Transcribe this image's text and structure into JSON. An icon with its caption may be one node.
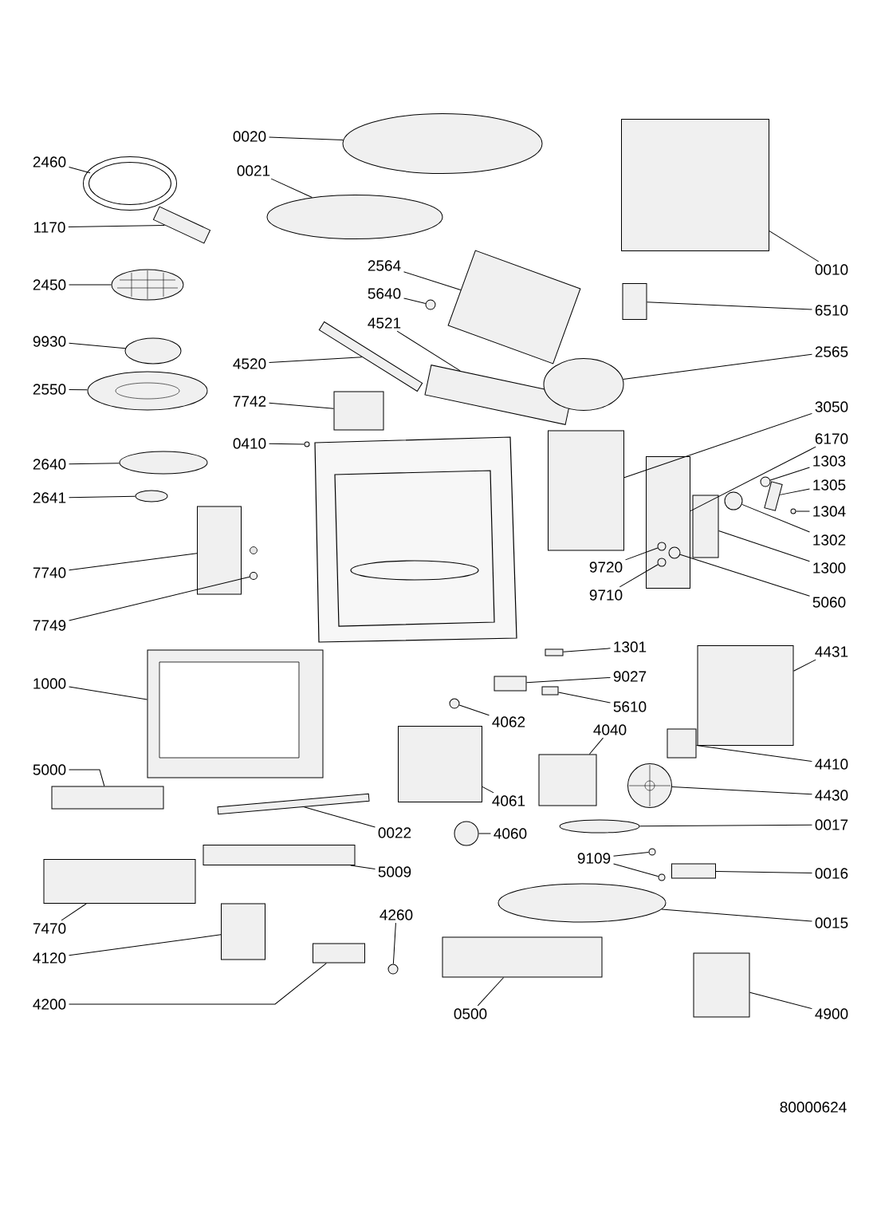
{
  "diagram": {
    "nodes": [
      {
        "text": [
          "0020"
        ]
      },
      {
        "text": [
          "2460"
        ]
      },
      {
        "text": [
          "0021"
        ]
      },
      {
        "text": [
          "1170"
        ]
      },
      {
        "text": [
          "2564"
        ]
      },
      {
        "text": [
          "0010"
        ]
      },
      {
        "text": [
          "2450"
        ]
      },
      {
        "text": [
          "5640"
        ]
      },
      {
        "text": [
          "6510"
        ]
      },
      {
        "text": [
          "4521"
        ]
      },
      {
        "text": [
          "9930"
        ]
      },
      {
        "text": [
          "2565"
        ]
      },
      {
        "text": [
          "4520"
        ]
      },
      {
        "text": [
          "2550"
        ]
      },
      {
        "text": [
          "7742"
        ]
      },
      {
        "text": [
          "3050"
        ]
      },
      {
        "text": [
          "0410"
        ]
      },
      {
        "text": [
          "6170"
        ]
      },
      {
        "text": [
          "1303"
        ]
      },
      {
        "text": [
          "2640"
        ]
      },
      {
        "text": [
          "1305"
        ]
      },
      {
        "text": [
          "2641"
        ]
      },
      {
        "text": [
          "1304"
        ]
      },
      {
        "text": [
          "1302"
        ]
      },
      {
        "text": [
          "9720"
        ]
      },
      {
        "text": [
          "7740"
        ]
      },
      {
        "text": [
          "1300"
        ]
      },
      {
        "text": [
          "9710"
        ]
      },
      {
        "text": [
          "5060"
        ]
      },
      {
        "text": [
          "7749"
        ]
      },
      {
        "text": [
          "1301"
        ]
      },
      {
        "text": [
          "4431"
        ]
      },
      {
        "text": [
          "9027"
        ]
      },
      {
        "text": [
          "1000"
        ]
      },
      {
        "text": [
          "5610"
        ]
      },
      {
        "text": [
          "4062"
        ]
      },
      {
        "text": [
          "4040"
        ]
      },
      {
        "text": [
          "4410"
        ]
      },
      {
        "text": [
          "5000"
        ]
      },
      {
        "text": [
          "4430"
        ]
      },
      {
        "text": [
          "4061"
        ]
      },
      {
        "text": [
          "0017"
        ]
      },
      {
        "text": [
          "0022"
        ]
      },
      {
        "text": [
          "4060"
        ]
      },
      {
        "text": [
          "9109"
        ]
      },
      {
        "text": [
          "5009"
        ]
      },
      {
        "text": [
          "0016"
        ]
      },
      {
        "text": [
          "4260"
        ]
      },
      {
        "text": [
          "0015"
        ]
      },
      {
        "text": [
          "7470"
        ]
      },
      {
        "text": [
          "4120"
        ]
      },
      {
        "text": [
          "4200"
        ]
      },
      {
        "text": [
          "0500"
        ]
      },
      {
        "text": [
          "4900"
        ]
      },
      {
        "text": [],
        "shape": "circle"
      },
      {
        "text": [],
        "shape": "circle"
      },
      {
        "text": [],
        "shape": "circle"
      },
      {
        "text": [],
        "shape": "box"
      },
      {
        "text": [],
        "shape": "box"
      },
      {
        "text": [],
        "shape": "box"
      },
      {
        "text": [],
        "shape": "picture"
      },
      {
        "text": [],
        "shape": "circle"
      },
      {
        "text": [],
        "shape": "box"
      },
      {
        "text": [],
        "shape": "box"
      },
      {
        "text": [],
        "shape": "circle"
      },
      {
        "text": [],
        "shape": "circle"
      },
      {
        "text": [],
        "shape": "box"
      },
      {
        "text": [],
        "shape": "picture"
      },
      {
        "text": [],
        "shape": "box"
      },
      {
        "text": [],
        "shape": "box"
      },
      {
        "text": [],
        "shape": "circle"
      },
      {
        "text": [],
        "shape": "box"
      },
      {
        "text": [],
        "shape": "circle"
      },
      {
        "text": [],
        "shape": "circle"
      },
      {
        "text": [],
        "shape": "box"
      },
      {
        "text": [],
        "shape": "circle"
      },
      {
        "text": [],
        "shape": "circle"
      },
      {
        "text": [],
        "shape": "circle"
      },
      {
        "text": [],
        "shape": "circle",
        "in": 71
      },
      {
        "text": [],
        "shape": "box"
      },
      {
        "text": [],
        "shape": "box"
      },
      {
        "text": [],
        "shape": "circle",
        "in": 71
      },
      {
        "text": [],
        "shape": "circle",
        "in": 71
      },
      {
        "text": [],
        "shape": "circle"
      },
      {
        "text": [],
        "shape": "box"
      },
      {
        "text": [],
        "shape": "box"
      },
      {
        "text": [],
        "shape": "box"
      },
      {
        "text": [],
        "shape": "picture"
      },
      {
        "text": [],
        "shape": "box"
      },
      {
        "text": [],
        "shape": "circle"
      },
      {
        "text": [],
        "shape": "box"
      },
      {
        "text": [],
        "shape": "box"
      },
      {
        "text": [],
        "shape": "box"
      },
      {
        "text": [],
        "shape": "picture"
      },
      {
        "text": [],
        "shape": "box"
      },
      {
        "text": [],
        "shape": "circle"
      },
      {
        "text": [],
        "shape": "box"
      },
      {
        "text": [],
        "shape": "circle"
      },
      {
        "text": [],
        "shape": "circle"
      },
      {
        "text": [],
        "shape": "circle"
      },
      {
        "text": [],
        "shape": "box"
      },
      {
        "text": [],
        "shape": "box"
      },
      {
        "text": [],
        "shape": "circle"
      },
      {
        "text": [],
        "shape": "circle"
      },
      {
        "text": [],
        "shape": "box"
      },
      {
        "text": [],
        "shape": "box"
      },
      {
        "text": [],
        "shape": "box"
      },
      {
        "text": [],
        "shape": "box"
      },
      {
        "text": [],
        "shape": "box"
      }
    ],
    "edges": [
      {
        "from": 0,
        "to": 54,
        "arrow": "none"
      },
      {
        "from": 1,
        "to": 55,
        "arrow": "none"
      },
      {
        "from": 2,
        "to": 56,
        "arrow": "none"
      },
      {
        "from": 3,
        "to": 57,
        "arrow": "none"
      },
      {
        "from": 4,
        "to": 58,
        "arrow": "none"
      },
      {
        "from": 5,
        "to": 59,
        "arrow": "none"
      },
      {
        "from": 6,
        "to": 60,
        "arrow": "none"
      },
      {
        "from": 7,
        "to": 61,
        "arrow": "none"
      },
      {
        "from": 8,
        "to": 62,
        "arrow": "none"
      },
      {
        "from": 9,
        "to": 63,
        "arrow": "none"
      },
      {
        "from": 10,
        "to": 64,
        "arrow": "none"
      },
      {
        "from": 11,
        "to": 65,
        "arrow": "none"
      },
      {
        "from": 12,
        "to": 66,
        "arrow": "none"
      },
      {
        "from": 13,
        "to": 67,
        "arrow": "none"
      },
      {
        "from": 14,
        "to": 68,
        "arrow": "none"
      },
      {
        "from": 15,
        "to": 69,
        "arrow": "none"
      },
      {
        "from": 16,
        "to": 70,
        "arrow": "none"
      },
      {
        "from": 17,
        "to": 71,
        "arrow": "none"
      },
      {
        "from": 18,
        "to": 72,
        "arrow": "none"
      },
      {
        "from": 19,
        "to": 73,
        "arrow": "none"
      },
      {
        "from": 20,
        "to": 74,
        "arrow": "none"
      },
      {
        "from": 21,
        "to": 75,
        "arrow": "none"
      },
      {
        "from": 22,
        "to": 76,
        "arrow": "none"
      },
      {
        "from": 23,
        "to": 77,
        "arrow": "none"
      },
      {
        "from": 24,
        "to": 78,
        "arrow": "none"
      },
      {
        "from": 25,
        "to": 79,
        "arrow": "none"
      },
      {
        "from": 26,
        "to": 80,
        "arrow": "none"
      },
      {
        "from": 27,
        "to": 81,
        "arrow": "none"
      },
      {
        "from": 28,
        "to": 82,
        "arrow": "none"
      },
      {
        "from": 29,
        "to": 83,
        "arrow": "none"
      },
      {
        "from": 30,
        "to": 84,
        "arrow": "none"
      },
      {
        "from": 31,
        "to": 85,
        "arrow": "none"
      },
      {
        "from": 32,
        "to": 86,
        "arrow": "none"
      },
      {
        "from": 33,
        "to": 87,
        "arrow": "none"
      },
      {
        "from": 34,
        "to": 88,
        "arrow": "none"
      },
      {
        "from": 35,
        "to": 89,
        "arrow": "none"
      },
      {
        "from": 36,
        "to": 90,
        "arrow": "none"
      },
      {
        "from": 37,
        "to": 91,
        "arrow": "none"
      },
      {
        "from": 38,
        "to": 92,
        "arrow": "none"
      },
      {
        "from": 39,
        "to": 93,
        "arrow": "none"
      },
      {
        "from": 40,
        "to": 94,
        "arrow": "none"
      },
      {
        "from": 41,
        "to": 95,
        "arrow": "none"
      },
      {
        "from": 42,
        "to": 96,
        "arrow": "none"
      },
      {
        "from": 43,
        "to": 97,
        "arrow": "none"
      },
      {
        "from": 44,
        "to": 98,
        "arrow": "none"
      },
      {
        "from": 44,
        "to": 99,
        "arrow": "none"
      },
      {
        "from": 45,
        "to": 100,
        "arrow": "none"
      },
      {
        "from": 46,
        "to": 101,
        "arrow": "none"
      },
      {
        "from": 47,
        "to": 102,
        "arrow": "none"
      },
      {
        "from": 48,
        "to": 103,
        "arrow": "none"
      },
      {
        "from": 49,
        "to": 104,
        "arrow": "none"
      },
      {
        "from": 50,
        "to": 105,
        "arrow": "none"
      },
      {
        "from": 51,
        "to": 106,
        "arrow": "none"
      },
      {
        "from": 52,
        "to": 107,
        "arrow": "none"
      },
      {
        "from": 53,
        "to": 108,
        "arrow": "none"
      }
    ],
    "labels": [
      "80000624"
    ]
  }
}
